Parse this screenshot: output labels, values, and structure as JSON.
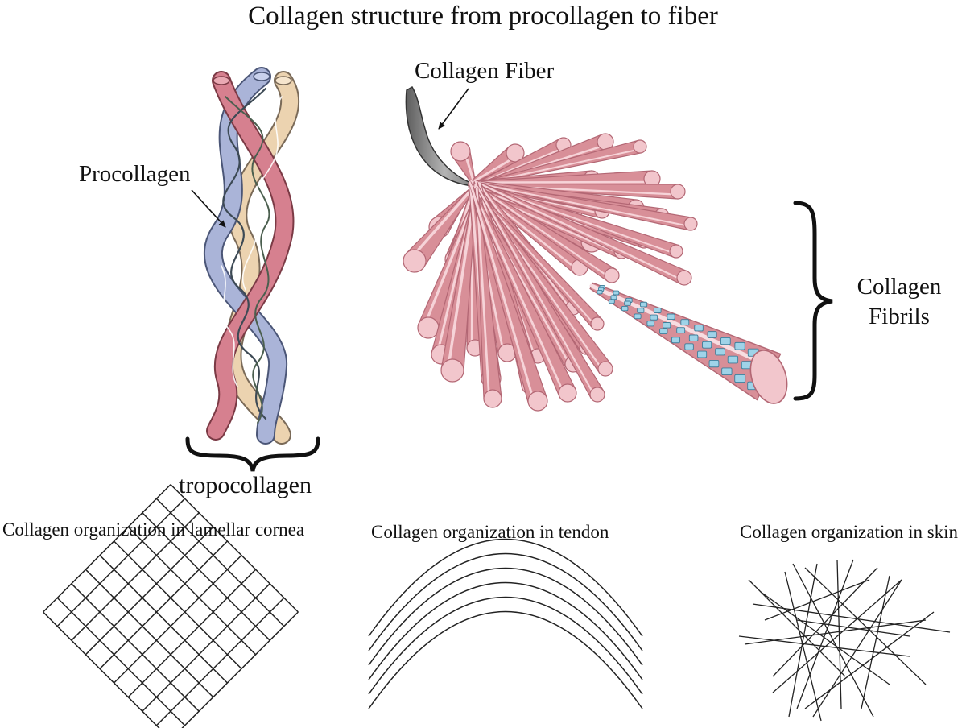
{
  "figure": {
    "title": "Collagen structure from procollagen to fiber",
    "labels": {
      "collagen_fiber": "Collagen Fiber",
      "procollagen": "Procollagen",
      "collagen_fibrils_line1": "Collagen",
      "collagen_fibrils_line2": "Fibrils",
      "tropocollagen": "tropocollagen"
    },
    "panels": {
      "cornea": "Collagen organization in lamellar cornea",
      "tendon": "Collagen organization in tendon",
      "skin": "Collagen organization in skin"
    }
  },
  "colors": {
    "strand_red": "#d6808f",
    "strand_blue": "#aab4d8",
    "strand_tan": "#ecd3b0",
    "fibril_pink": "#d88f98",
    "fibril_end": "#f2c6cc",
    "fibril_dark": "#b36774",
    "fiber_gray": "#8a8a8a",
    "crystal_blue": "#9fd3e8",
    "line": "#111111"
  }
}
